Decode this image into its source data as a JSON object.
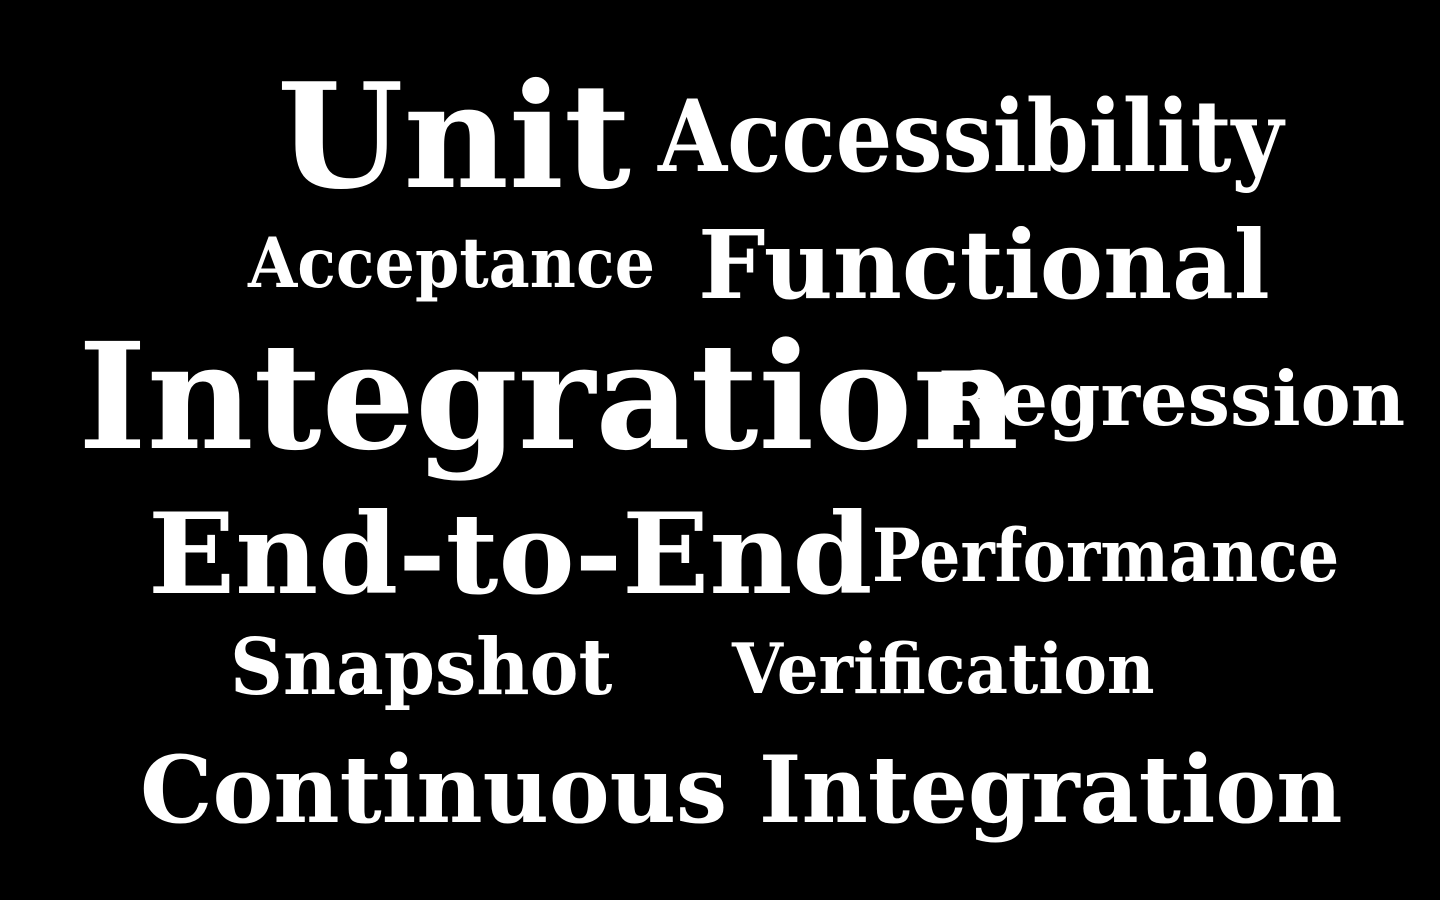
{
  "colors": {
    "background": "#000000",
    "text": "#ffffff"
  },
  "chart_data": {
    "type": "wordcloud",
    "legend": "none",
    "background": "#000000",
    "words": [
      {
        "text": "Unit",
        "weight": 145
      },
      {
        "text": "Accessibility",
        "weight": 99
      },
      {
        "text": "Acceptance",
        "weight": 69
      },
      {
        "text": "Functional",
        "weight": 95
      },
      {
        "text": "Integration",
        "weight": 147
      },
      {
        "text": "Regression",
        "weight": 75
      },
      {
        "text": "End-to-End",
        "weight": 111
      },
      {
        "text": "Performance",
        "weight": 73
      },
      {
        "text": "Snapshot",
        "weight": 78
      },
      {
        "text": "Verification",
        "weight": 69
      },
      {
        "text": "Continuous Integration",
        "weight": 93
      }
    ]
  }
}
